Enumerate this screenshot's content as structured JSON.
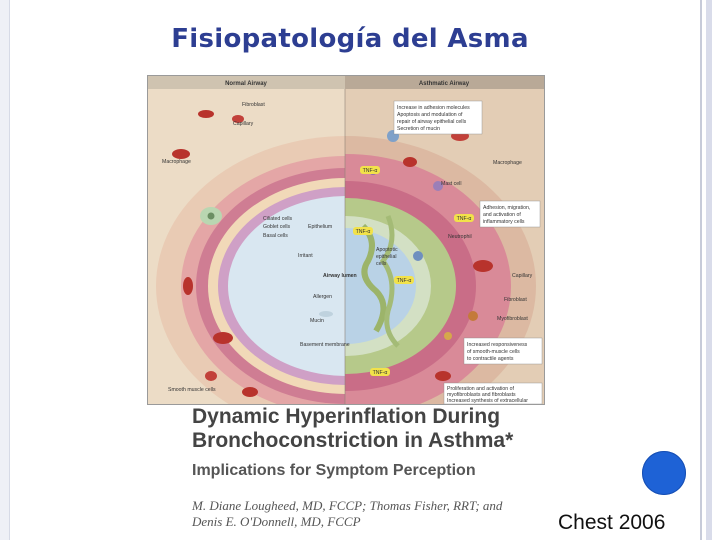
{
  "slide": {
    "title": "Fisiopatología del Asma",
    "citation": "Chest 2006",
    "accent_color": "#2d3e92",
    "dot_color": "#1e62d6"
  },
  "figure": {
    "header_left": "Normal Airway",
    "header_right": "Asthmatic Airway",
    "labels": {
      "fibroblast": "Fibroblast",
      "capillary_left": "Capillary",
      "macrophage_left": "Macrophage",
      "ciliated_cells": "Ciliated cells",
      "goblet_cells": "Goblet cells",
      "basal_cells": "Basal cells",
      "epithelium": "Epithelium",
      "irritant": "Irritant",
      "airway_lumen": "Airway lumen",
      "allergen": "Allergen",
      "mucin": "Mucin",
      "basement_membrane": "Basement membrane",
      "smooth_muscle": "Smooth muscle cells",
      "box1_line1": "Increase in adhesion molecules",
      "box1_line2": "Apoptosis and modulation of",
      "box1_line3": "repair of airway epithelial cells",
      "box1_line4": "Secretion of mucin",
      "mast_cell": "Mast cell",
      "macrophage_right": "Macrophage",
      "tnf": "TNF-α",
      "box2_line1": "Adhesion, migration,",
      "box2_line2": "and activation of",
      "box2_line3": "inflammatory cells",
      "neutrophil": "Neutrophil",
      "apoptotic_line1": "Apoptotic",
      "apoptotic_line2": "epithelial",
      "apoptotic_line3": "cells",
      "capillary_right": "Capillary",
      "fibroblast_right": "Fibroblast",
      "myofibroblast": "Myofibroblast",
      "box3_line1": "Increased responsiveness",
      "box3_line2": "of smooth-muscle cells",
      "box3_line3": "to contractile agents",
      "box4_line1": "Proliferation and activation of",
      "box4_line2": "myofibroblasts and fibroblasts",
      "box4_line3": "Increased synthesis of extracellular"
    }
  },
  "paper": {
    "title_line1": "Dynamic Hyperinflation During",
    "title_line2": "Bronchoconstriction in Asthma*",
    "subtitle": "Implications for Symptom Perception",
    "authors_line1": "M. Diane Lougheed, MD, FCCP; Thomas Fisher, RRT; and",
    "authors_line2": "Denis E. O'Donnell, MD, FCCP"
  }
}
